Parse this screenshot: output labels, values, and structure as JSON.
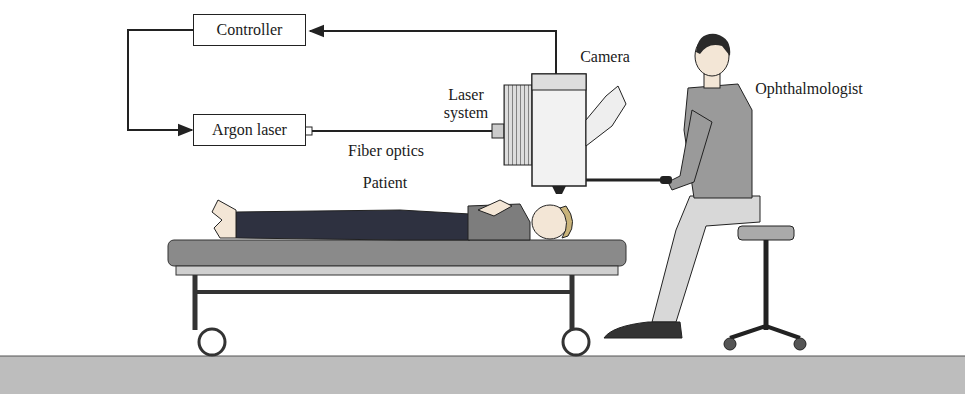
{
  "diagram": {
    "nodes": [
      {
        "text": [
          "Controller"
        ]
      },
      {
        "text": [
          "Argon laser"
        ]
      }
    ],
    "edges": [
      {
        "from": 0,
        "to": 1,
        "arrow": "to"
      }
    ],
    "labels": [
      "Camera",
      "Laser system",
      "Ophthalmologist",
      "Fiber optics",
      "Patient"
    ]
  }
}
